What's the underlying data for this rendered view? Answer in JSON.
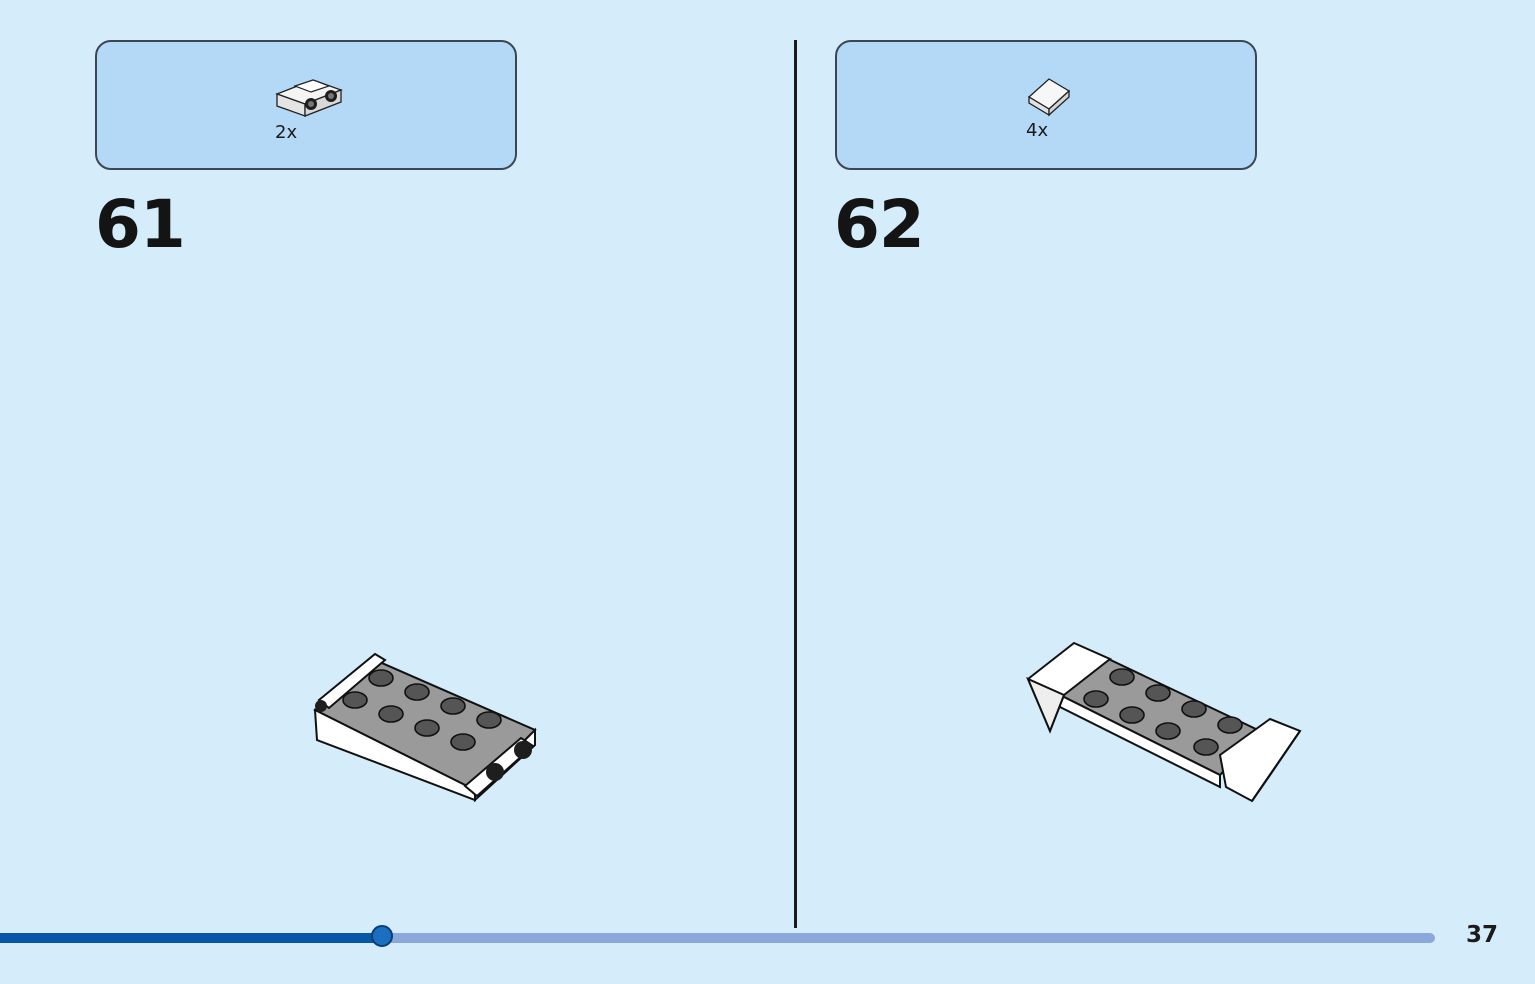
{
  "steps": [
    {
      "number": "61",
      "part": {
        "quantity": "2x",
        "icon": "bracket-plate-icon"
      },
      "model_icon": "brick-assembly-with-brackets"
    },
    {
      "number": "62",
      "part": {
        "quantity": "4x",
        "icon": "slope-tile-icon"
      },
      "model_icon": "brick-assembly-with-slopes"
    }
  ],
  "page": {
    "number": "37",
    "progress_fraction": 0.266
  },
  "colors": {
    "background": "#d5ecfb",
    "parts_box": "#b3d9f6",
    "progress_fill": "#0657a8",
    "progress_track": "#8aa8dc"
  }
}
